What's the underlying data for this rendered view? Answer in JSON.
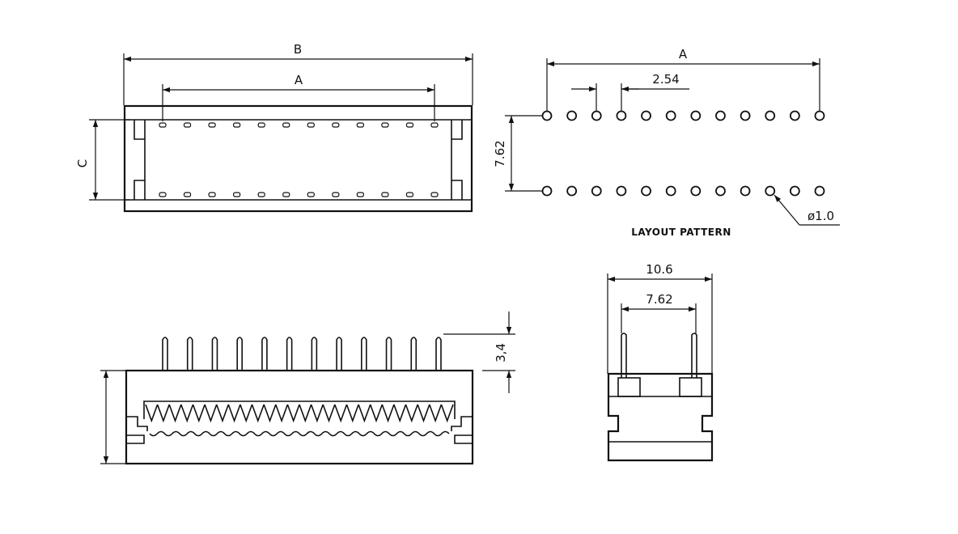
{
  "top_view": {
    "dim_overall": "B",
    "dim_pin_span": "A",
    "dim_height": "C",
    "pins_per_row": 12
  },
  "layout_pattern": {
    "caption": "LAYOUT  PATTERN",
    "dim_span": "A",
    "dim_pitch": "2.54",
    "dim_row_spacing": "7.62",
    "dim_hole": "ø1.0",
    "holes_per_row": 12
  },
  "front_view": {
    "dim_pin_height": "3,4",
    "pins": 12
  },
  "side_view": {
    "dim_width": "10.6",
    "dim_pin_spacing": "7.62"
  }
}
